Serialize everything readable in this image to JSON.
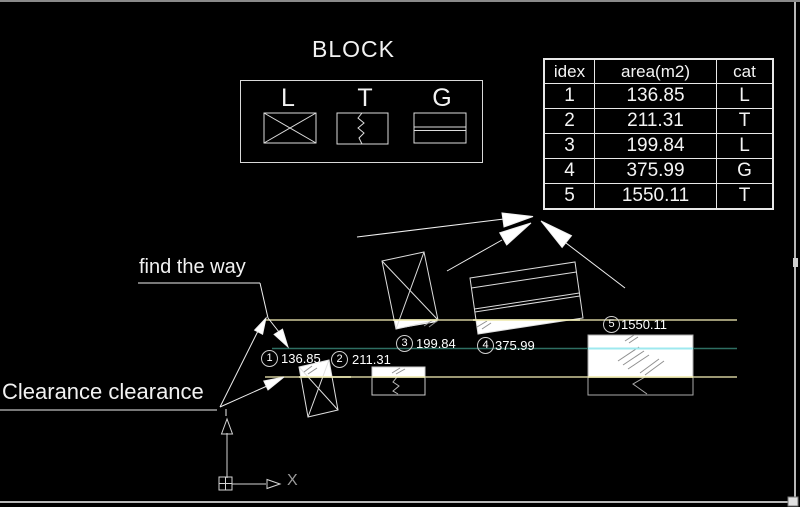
{
  "title": {
    "text": "BLOCK"
  },
  "legend": {
    "items": [
      {
        "label": "L",
        "symbol": "cross-rect"
      },
      {
        "label": "T",
        "symbol": "zigzag-rect"
      },
      {
        "label": "G",
        "symbol": "double-line-rect"
      }
    ]
  },
  "table": {
    "headers": [
      "idex",
      "area(m2)",
      "cat"
    ],
    "rows": [
      [
        "1",
        "136.85",
        "L"
      ],
      [
        "2",
        "211.31",
        "T"
      ],
      [
        "3",
        "199.84",
        "L"
      ],
      [
        "4",
        "375.99",
        "G"
      ],
      [
        "5",
        "1550.11",
        "T"
      ]
    ]
  },
  "annotations": {
    "find_the_way": "find the way",
    "clearance": "Clearance clearance"
  },
  "markers": [
    {
      "num": "1",
      "value": "136.85"
    },
    {
      "num": "2",
      "value": "211.31"
    },
    {
      "num": "3",
      "value": "199.84"
    },
    {
      "num": "4",
      "value": "375.99"
    },
    {
      "num": "5",
      "value": "1550.11"
    }
  ],
  "ucs": {
    "x_label": "X"
  },
  "colors": {
    "background": "#000000",
    "entity_white": "#e8e8e8",
    "corridor_yellow": "#cfcb9a",
    "corridor_yellow_bright": "#f6f2ba",
    "centerline_teal": "#2e6e63",
    "centerline_cyan_bright": "#9ee9ef",
    "hatch_gray": "#8f8f8f",
    "frame_gray": "#b8b8b8"
  }
}
